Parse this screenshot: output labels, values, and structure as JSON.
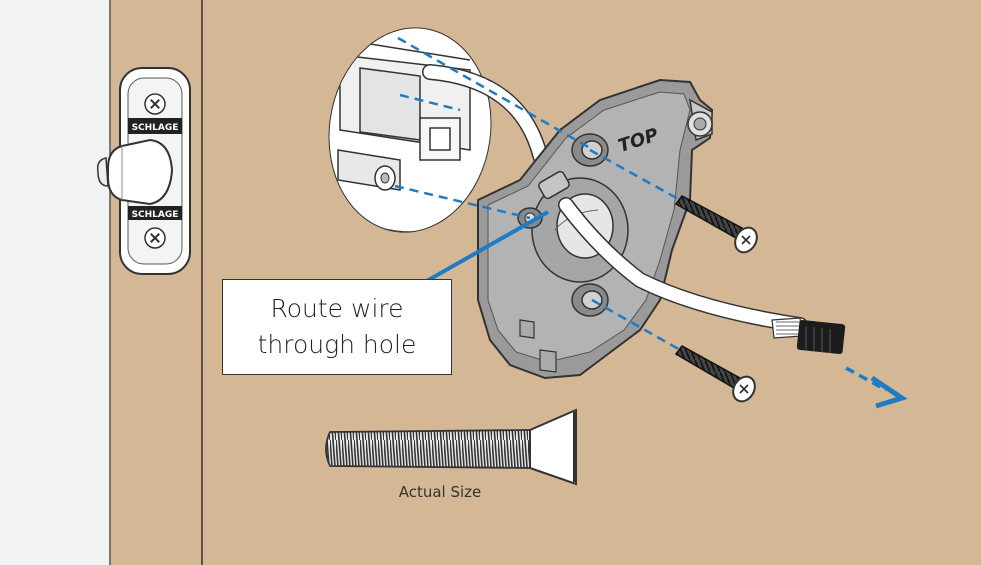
{
  "diagram": {
    "callout_text": "Route wire\nthrough hole",
    "plate_label": "TOP",
    "latch_brand_top": "SCHLAGE",
    "latch_brand_bottom": "SCHLAGE",
    "screw_caption": "Actual Size"
  },
  "colors": {
    "door_face": "#d4b896",
    "door_edge": "#d4b896",
    "wall": "#f2f2f2",
    "outline": "#333333",
    "accent_blue": "#1f7bc4",
    "plate_gray": "#9a9a9a",
    "bore_shadow": "#cdb28f"
  },
  "icons": [
    "latch-icon",
    "mounting-plate-icon",
    "screw-icon",
    "connector-icon",
    "arrow-icon"
  ]
}
